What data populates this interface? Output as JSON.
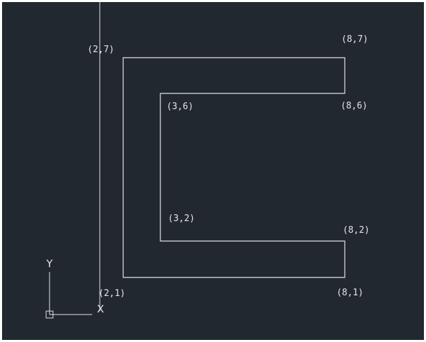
{
  "canvas": {
    "background": "#212830",
    "line_color": "#e6e6e6"
  },
  "drawing": {
    "shape": "c-channel-polyline",
    "vertices": [
      {
        "id": "p27",
        "label": "(2,7)"
      },
      {
        "id": "p87",
        "label": "(8,7)"
      },
      {
        "id": "p86",
        "label": "(8,6)"
      },
      {
        "id": "p36",
        "label": "(3,6)"
      },
      {
        "id": "p32",
        "label": "(3,2)"
      },
      {
        "id": "p82",
        "label": "(8,2)"
      },
      {
        "id": "p81",
        "label": "(8,1)"
      },
      {
        "id": "p21",
        "label": "(2,1)"
      }
    ]
  },
  "ucs": {
    "icon": "ucs-axis-icon",
    "x_label": "X",
    "y_label": "Y"
  }
}
